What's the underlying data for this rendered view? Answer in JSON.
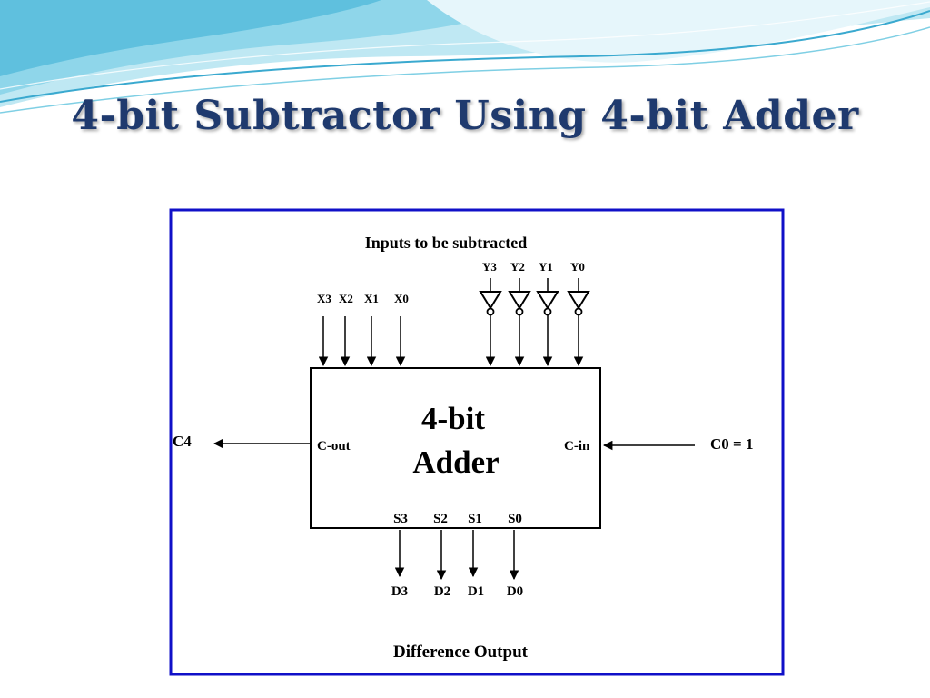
{
  "slide": {
    "title": "4-bit Subtractor Using 4-bit Adder"
  },
  "diagram": {
    "inputs_caption": "Inputs to be subtracted",
    "x_inputs": [
      "X3",
      "X2",
      "X1",
      "X0"
    ],
    "y_inputs": [
      "Y3",
      "Y2",
      "Y1",
      "Y0"
    ],
    "adder_label_line1": "4-bit",
    "adder_label_line2": "Adder",
    "carry_out_port": "C-out",
    "carry_in_port": "C-in",
    "carry_out_signal": "C4",
    "carry_in_signal": "C0 = 1",
    "sum_ports": [
      "S3",
      "S2",
      "S1",
      "S0"
    ],
    "difference_outputs": [
      "D3",
      "D2",
      "D1",
      "D0"
    ],
    "output_caption": "Difference Output"
  },
  "colors": {
    "title": "#1f3a6e",
    "frame": "#1010c8",
    "wave_light": "#cdeef6",
    "wave_mid": "#7fcfe4",
    "wave_dark": "#3aa9cf"
  }
}
